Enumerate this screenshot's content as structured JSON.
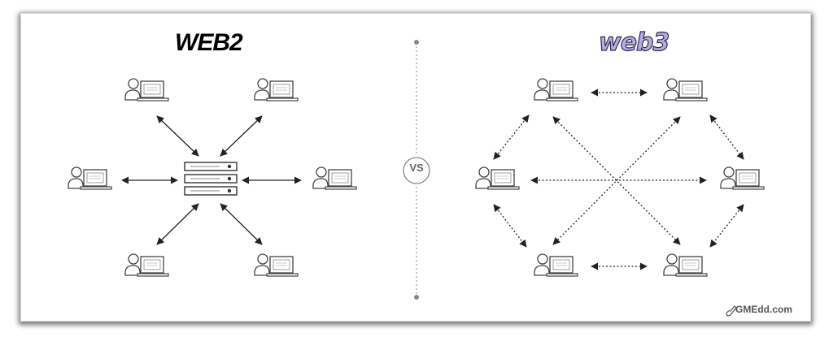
{
  "left_title": "WEB2",
  "right_title": "web3",
  "separator_label": "VS",
  "watermark": "GMEdd.com",
  "icons": {
    "user": "user-laptop-icon",
    "server": "server-icon",
    "watermark": "brush-icon"
  },
  "colors": {
    "line": "#222222",
    "web3_title_fill": "#b9a9e6",
    "separator": "#888888"
  }
}
